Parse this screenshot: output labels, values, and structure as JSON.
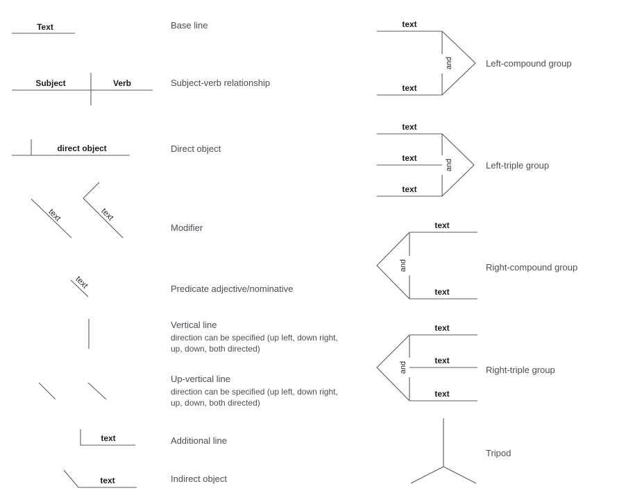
{
  "glyphs": {
    "base": "Text",
    "subject": "Subject",
    "verb": "Verb",
    "direct_object": "direct object",
    "text": "text",
    "and": "and"
  },
  "legend_left": [
    {
      "label": "Base line"
    },
    {
      "label": "Subject-verb relationship"
    },
    {
      "label": "Direct object"
    },
    {
      "label": "Modifier"
    },
    {
      "label": "Predicate adjective/nominative"
    },
    {
      "label": "Vertical line",
      "description": "direction can be specified (up left, down right, up, down, both directed)"
    },
    {
      "label": "Up-vertical line",
      "description": "direction can be specified (up left, down right, up, down, both directed)"
    },
    {
      "label": "Additional line"
    },
    {
      "label": "Indirect object"
    }
  ],
  "legend_right": [
    {
      "label": "Left-compound group"
    },
    {
      "label": "Left-triple group"
    },
    {
      "label": "Right-compound group"
    },
    {
      "label": "Right-triple group"
    },
    {
      "label": "Tripod"
    }
  ],
  "colors": {
    "background": "#ffffff",
    "line": "#595959",
    "shape_text": "#1b1b1b",
    "label_text": "#4a4d54"
  }
}
